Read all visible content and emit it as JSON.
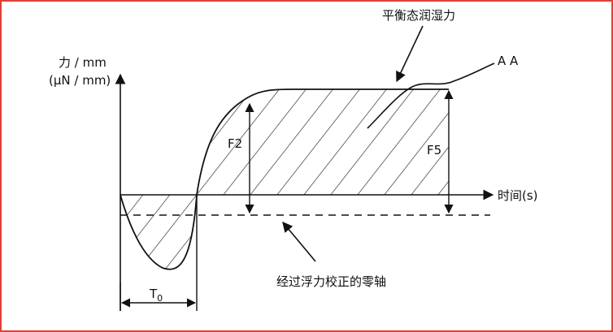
{
  "frame_color": "#e0403a",
  "labels": {
    "y_axis_line1": "力 / mm",
    "y_axis_line2": "(μN / mm)",
    "x_axis": "时间(s)",
    "equilibrium": "平衡态润湿力",
    "aa": "A A",
    "f2": "F2",
    "f5": "F5",
    "t0_main": "T",
    "t0_sub": "0",
    "zero_axis": "经过浮力校正的零轴"
  }
}
